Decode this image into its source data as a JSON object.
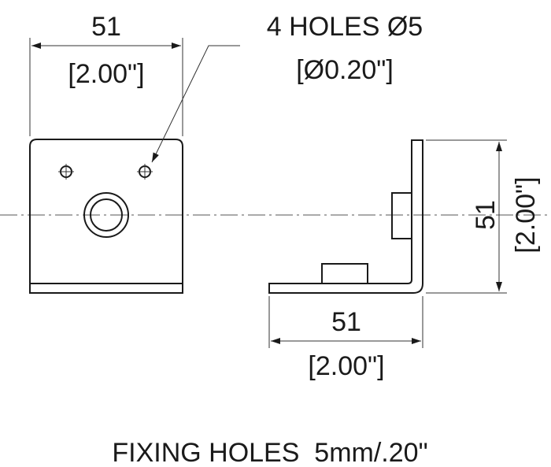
{
  "front_view": {
    "width_dim": "51",
    "width_dim_imperial": "[2.00\"]"
  },
  "holes_callout": {
    "line1": "4 HOLES Ø5",
    "line2": "[Ø0.20\"]"
  },
  "side_view": {
    "horizontal_dim": "51",
    "horizontal_dim_imperial": "[2.00\"]",
    "vertical_dim": "51",
    "vertical_dim_imperial": "[2.00\"]"
  },
  "footer": {
    "note": "FIXING HOLES  5mm/.20\""
  }
}
